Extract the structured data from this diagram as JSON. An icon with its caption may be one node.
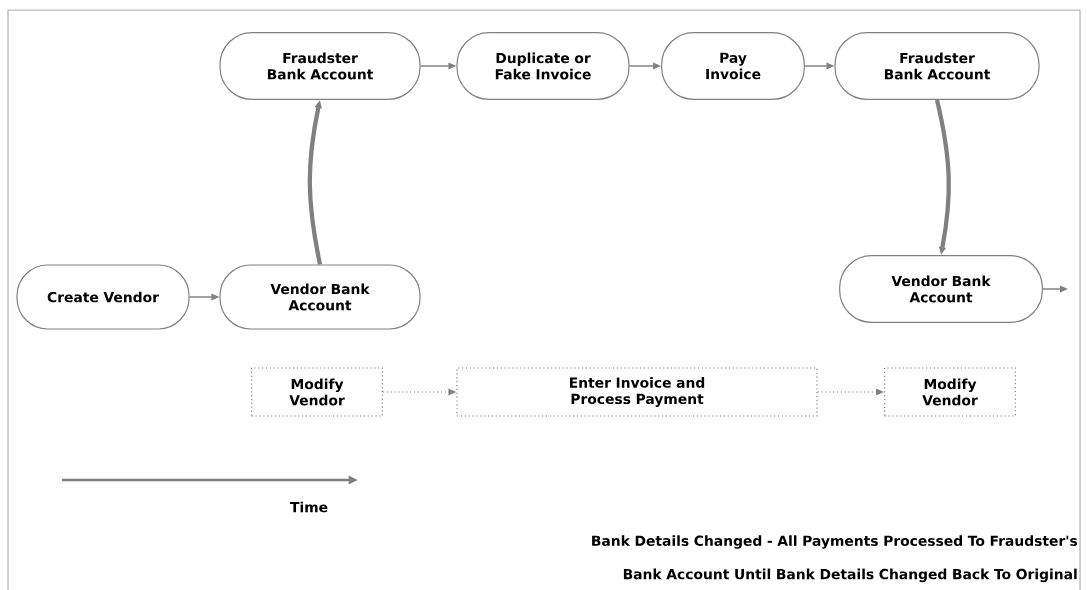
{
  "diagram": {
    "nodes": [
      {
        "text": [
          "Create Vendor"
        ]
      },
      {
        "text": [
          "Vendor Bank Account"
        ]
      },
      {
        "text": [
          "Fraudster Bank Account"
        ]
      },
      {
        "text": [
          "Duplicate or Fake Invoice"
        ]
      },
      {
        "text": [
          "Pay Invoice"
        ]
      },
      {
        "text": [
          "Fraudster Bank Account"
        ]
      },
      {
        "text": [
          "Vendor Bank Account"
        ]
      },
      {
        "text": [
          "Modify Vendor"
        ]
      },
      {
        "text": [
          "Enter Invoice and Process Payment"
        ]
      },
      {
        "text": [
          "Modify Vendor"
        ]
      }
    ],
    "edges": [
      {
        "from": 0,
        "to": 1,
        "arrow": "to"
      },
      {
        "from": 1,
        "to": 2,
        "arrow": "to",
        "style": "thick"
      },
      {
        "from": 2,
        "to": 3,
        "arrow": "to"
      },
      {
        "from": 3,
        "to": 4,
        "arrow": "to"
      },
      {
        "from": 4,
        "to": 5,
        "arrow": "to"
      },
      {
        "from": 5,
        "to": 6,
        "arrow": "to",
        "style": "thick"
      },
      {
        "from": 6,
        "to": null,
        "arrow": "to"
      },
      {
        "from": 7,
        "to": 8,
        "arrow": "to",
        "style": "dashed"
      },
      {
        "from": 8,
        "to": 9,
        "arrow": "to",
        "style": "dashed"
      }
    ],
    "labels": [
      "Time",
      "Bank Details Changed - All Payments Processed To Fraudster's Bank Account Until Bank Details Changed Back To Original"
    ]
  }
}
